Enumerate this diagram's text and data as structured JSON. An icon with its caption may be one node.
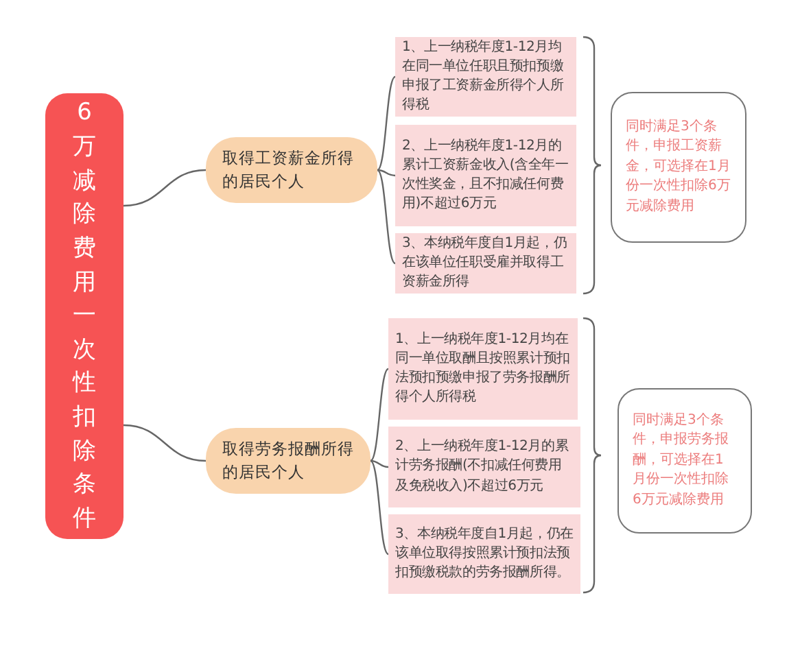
{
  "diagram": {
    "nodes": [
      {
        "text": [
          "6万减除费用一次性扣除条件"
        ]
      },
      {
        "text": [
          "取得工资薪金所得的居民个人"
        ]
      },
      {
        "text": [
          "1、上一纳税年度1-12月均在同一单位任职且预扣预缴申报了工资薪金所得个人所得税"
        ]
      },
      {
        "text": [
          "2、上一纳税年度1-12月的累计工资薪金收入(含全年一次性奖金，且不扣减任何费用)不超过6万元"
        ]
      },
      {
        "text": [
          "3、本纳税年度自1月起，仍在该单位任职受雇并取得工资薪金所得"
        ]
      },
      {
        "text": [
          "同时满足3个条件，申报工资薪金，可选择在1月份一次性扣除6万元减除费用"
        ]
      },
      {
        "text": [
          "取得劳务报酬所得的居民个人"
        ]
      },
      {
        "text": [
          "1、上一纳税年度1-12月均在同一单位取酬且按照累计预扣法预扣预缴申报了劳务报酬所得个人所得税"
        ]
      },
      {
        "text": [
          "2、上一纳税年度1-12月的累计劳务报酬(不扣减任何费用及免税收入)不超过6万元"
        ]
      },
      {
        "text": [
          "3、本纳税年度自1月起，仍在该单位取得按照累计预扣法预扣预缴税款的劳务报酬所得。"
        ]
      },
      {
        "text": [
          "同时满足3个条件，申报劳务报酬，可选择在1月份一次性扣除6万元减除费用"
        ]
      }
    ],
    "edges": [
      {
        "from": 0,
        "to": 1,
        "arrow": "none"
      },
      {
        "from": 0,
        "to": 6,
        "arrow": "none"
      },
      {
        "from": 1,
        "to": 2,
        "arrow": "none"
      },
      {
        "from": 1,
        "to": 3,
        "arrow": "none"
      },
      {
        "from": 1,
        "to": 4,
        "arrow": "none"
      },
      {
        "from": 6,
        "to": 7,
        "arrow": "none"
      },
      {
        "from": 6,
        "to": 8,
        "arrow": "none"
      },
      {
        "from": 6,
        "to": 9,
        "arrow": "none"
      }
    ]
  }
}
